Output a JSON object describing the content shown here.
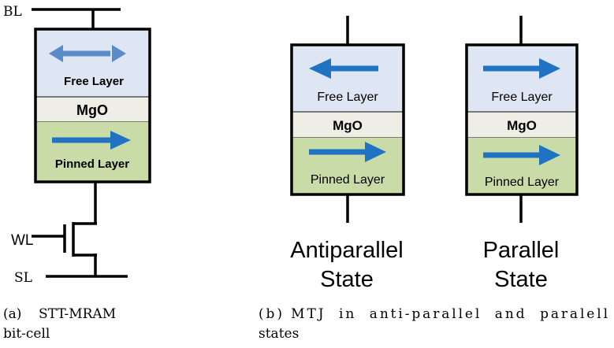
{
  "cell": {
    "bl_label": "BL",
    "wl_label": "WL",
    "sl_label": "SL",
    "free_layer": "Free Layer",
    "mgo": "MgO",
    "pinned_layer": "Pinned Layer"
  },
  "states": [
    {
      "free_layer": "Free Layer",
      "mgo": "MgO",
      "pinned_layer": "Pinned Layer",
      "title_line1": "Antiparallel",
      "title_line2": "State",
      "free_direction": "left",
      "pinned_direction": "right"
    },
    {
      "free_layer": "Free Layer",
      "mgo": "MgO",
      "pinned_layer": "Pinned Layer",
      "title_line1": "Parallel",
      "title_line2": "State",
      "free_direction": "right",
      "pinned_direction": "right"
    }
  ],
  "captions": {
    "a_line1": "(a)    STT-MRAM",
    "a_line2": "bit-cell",
    "b_line1": "(b) MTJ  in  anti-parallel  and  paralell",
    "b_line2": "states"
  },
  "colors": {
    "free_fill": "#dde6f2",
    "mgo_fill": "#eeeee6",
    "pinned_fill": "#c9dba6",
    "arrow_blue": "#1f73c2",
    "arrow_light": "#5b8cc9"
  }
}
